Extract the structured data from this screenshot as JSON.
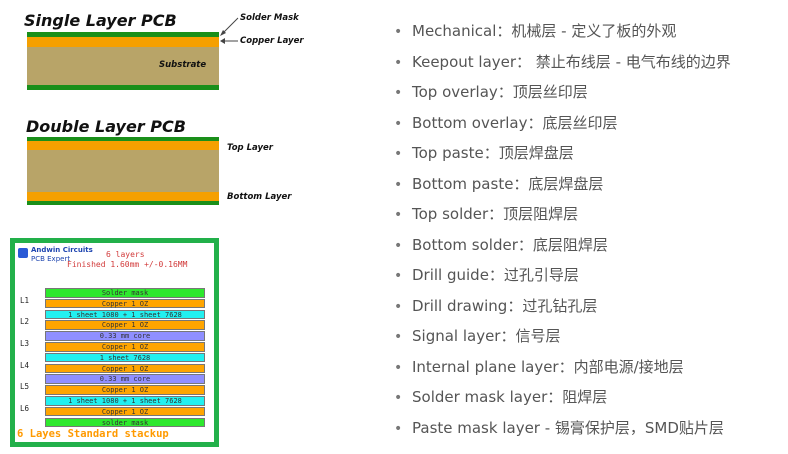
{
  "single": {
    "title": "Single Layer PCB",
    "solder_mask": "Solder Mask",
    "copper_layer": "Copper Layer",
    "substrate": "Substrate"
  },
  "double": {
    "title": "Double Layer PCB",
    "top_layer": "Top Layer",
    "bottom_layer": "Bottom Layer"
  },
  "stackup": {
    "logo_line1": "Andwin Circuits",
    "logo_line2": "PCB Expert",
    "layers_count": "6 layers",
    "finished": "Finished 1.60mm +/-0.16MM",
    "rows": [
      {
        "text": "Solder mask",
        "color": "#2ee82e"
      },
      {
        "text": "Copper 1 OZ",
        "color": "#ffa500"
      },
      {
        "text": "1 sheet 1080 + 1 sheet 7628",
        "color": "#22f0f0"
      },
      {
        "text": "Copper 1 OZ",
        "color": "#ffa500"
      },
      {
        "text": "0.33 mm core",
        "color": "#8f8fff"
      },
      {
        "text": "Copper 1 OZ",
        "color": "#ffa500"
      },
      {
        "text": "1 sheet 7628",
        "color": "#22f0f0"
      },
      {
        "text": "Copper 1 OZ",
        "color": "#ffa500"
      },
      {
        "text": "0.33 mm core",
        "color": "#8f8fff"
      },
      {
        "text": "Copper 1 OZ",
        "color": "#ffa500"
      },
      {
        "text": "1 sheet 1080 + 1 sheet 7628",
        "color": "#22f0f0"
      },
      {
        "text": "Copper 1 OZ",
        "color": "#ffa500"
      },
      {
        "text": "solder mask",
        "color": "#2ee82e"
      }
    ],
    "labels": [
      "L1",
      "L2",
      "L3",
      "L4",
      "L5",
      "L6"
    ],
    "footer": "6 Layes Standard stackup"
  },
  "layers_list": [
    "Mechanical：机械层 - 定义了板的外观",
    "Keepout layer： 禁止布线层 - 电气布线的边界",
    "Top overlay：顶层丝印层",
    "Bottom overlay：底层丝印层",
    "Top paste：顶层焊盘层",
    "Bottom paste：底层焊盘层",
    "Top solder：顶层阻焊层",
    "Bottom solder：底层阻焊层",
    "Drill guide：过孔引导层",
    "Drill drawing：过孔钻孔层",
    "Signal layer：信号层",
    "Internal plane layer：内部电源/接地层",
    "Solder mask layer：阻焊层",
    "Paste mask layer - 锡膏保护层，SMD贴片层"
  ],
  "bullet_symbol": "•",
  "colors": {
    "solder_mask": "#1a8f1a",
    "copper": "#f5a000",
    "substrate": "#b8a468"
  }
}
